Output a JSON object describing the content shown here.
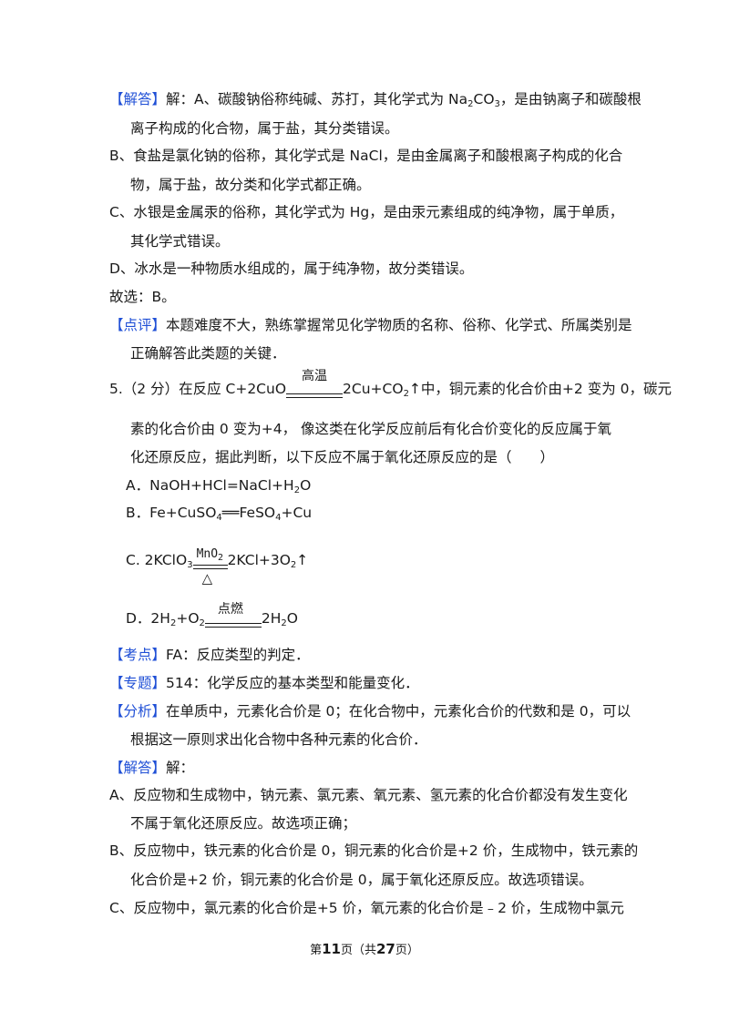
{
  "lines": {
    "l1a": "【解答】",
    "l1b": "解：A、碳酸钠俗称纯碱、苏打，其化学式为 Na",
    "l1c": "2",
    "l1d": "CO",
    "l1e": "3",
    "l1f": "，是由钠离子和碳酸根",
    "l2": "离子构成的化合物，属于盐，其分类错误。",
    "l3": "B、食盐是氯化钠的俗称，其化学式是 NaCl，是由金属离子和酸根离子构成的化合",
    "l4": "物，属于盐，故分类和化学式都正确。",
    "l5": "C、水银是金属汞的俗称，其化学式为 Hg，是由汞元素组成的纯净物，属于单质，",
    "l6": "其化学式错误。",
    "l7": "D、冰水是一种物质水组成的，属于纯净物，故分类错误。",
    "l8": "故选：B。",
    "l9a": "【点评】",
    "l9b": "本题难度不大，熟练掌握常见化学物质的名称、俗称、化学式、所属类别是",
    "l10": "正确解答此类题的关键．",
    "q5a": "5.（2 分）在反应 C+2CuO",
    "q5cond": "高温",
    "q5b": "2Cu+CO",
    "q5sub": "2",
    "q5c": "↑中，铜元素的化合价由+2 变为 0，碳元",
    "q5l2": "素的化合价由 0 变为+4，  像这类在化学反应前后有化合价变化的反应属于氧",
    "q5l3": "化还原反应，据此判断，以下反应不属于氧化还原反应的是（　　）",
    "optA": "A．NaOH+HCl=NaCl+H",
    "optAsub": "2",
    "optAend": "O",
    "optB1": "B．Fe+CuSO",
    "optB1sub": "4",
    "optB2": "══FeSO",
    "optB2sub": "4",
    "optB3": "+Cu",
    "optC1": "C. 2KClO",
    "optC1sub": "3",
    "optCcond": "MnO",
    "optCcondsub": "2",
    "optCbot": "△",
    "optC2": "2KCl+3O",
    "optC2sub": "2",
    "optC3": "↑",
    "optD1": "D．2H",
    "optD1sub": "2",
    "optD2": "+O",
    "optD2sub": "2",
    "optDcond": "点燃",
    "optD3": "2H",
    "optD3sub": "2",
    "optD4": "O",
    "kd": "【考点】",
    "kdtext": "FA：反应类型的判定．",
    "zt": "【专题】",
    "zttext": "514：化学反应的基本类型和能量变化．",
    "fx": "【分析】",
    "fxtext": "在单质中，元素化合价是 0；在化合物中，元素化合价的代数和是 0，可以",
    "fx2": "根据这一原则求出化合物中各种元素的化合价．",
    "jd": "【解答】",
    "jdtext": "解：",
    "a1": "A、反应物和生成物中，钠元素、氯元素、氧元素、氢元素的化合价都没有发生变化",
    "a2": "不属于氧化还原反应。故选项正确；",
    "b1": "B、反应物中，铁元素的化合价是 0，铜元素的化合价是+2 价，生成物中，铁元素的",
    "b2": "化合价是+2 价，铜元素的化合价是 0，属于氧化还原反应。故选项错误。",
    "c1": "C、反应物中，氯元素的化合价是+5 价，氧元素的化合价是﹣2 价，生成物中氯元"
  },
  "footer": {
    "pre": "第",
    "page": "11",
    "mid": "页（共",
    "total": "27",
    "post": "页）"
  },
  "colors": {
    "tag": "#1f4fd6",
    "text": "#1a1a1a"
  }
}
